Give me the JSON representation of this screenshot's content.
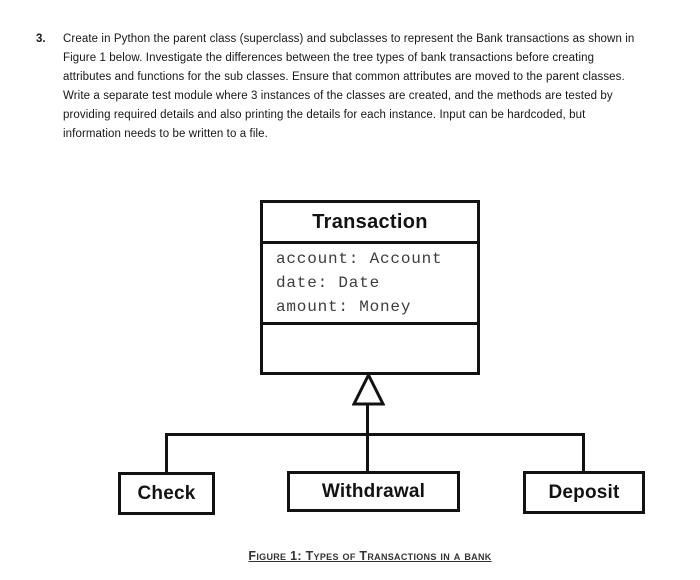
{
  "problem": {
    "number": "3.",
    "lines": [
      "Create in Python the parent class (superclass) and subclasses to represent the Bank transactions as shown in",
      "Figure 1 below. Investigate the differences between the tree types of bank transactions before creating",
      "attributes and functions for the sub classes. Ensure that common attributes are moved to the parent classes.",
      "Write a separate test module where 3 instances of the classes are created, and the methods are tested by",
      "providing required details and also printing the details for each instance. Input can be hardcoded, but",
      "information needs to be written to a file."
    ]
  },
  "diagram": {
    "parent_class": {
      "name": "Transaction",
      "attributes": [
        "account: Account",
        "date: Date",
        "amount: Money"
      ],
      "methods": []
    },
    "subclasses": [
      "Check",
      "Withdrawal",
      "Deposit"
    ],
    "line_color": "#121212"
  },
  "caption": {
    "text": "Figure 1: Types of Transactions in a bank"
  }
}
